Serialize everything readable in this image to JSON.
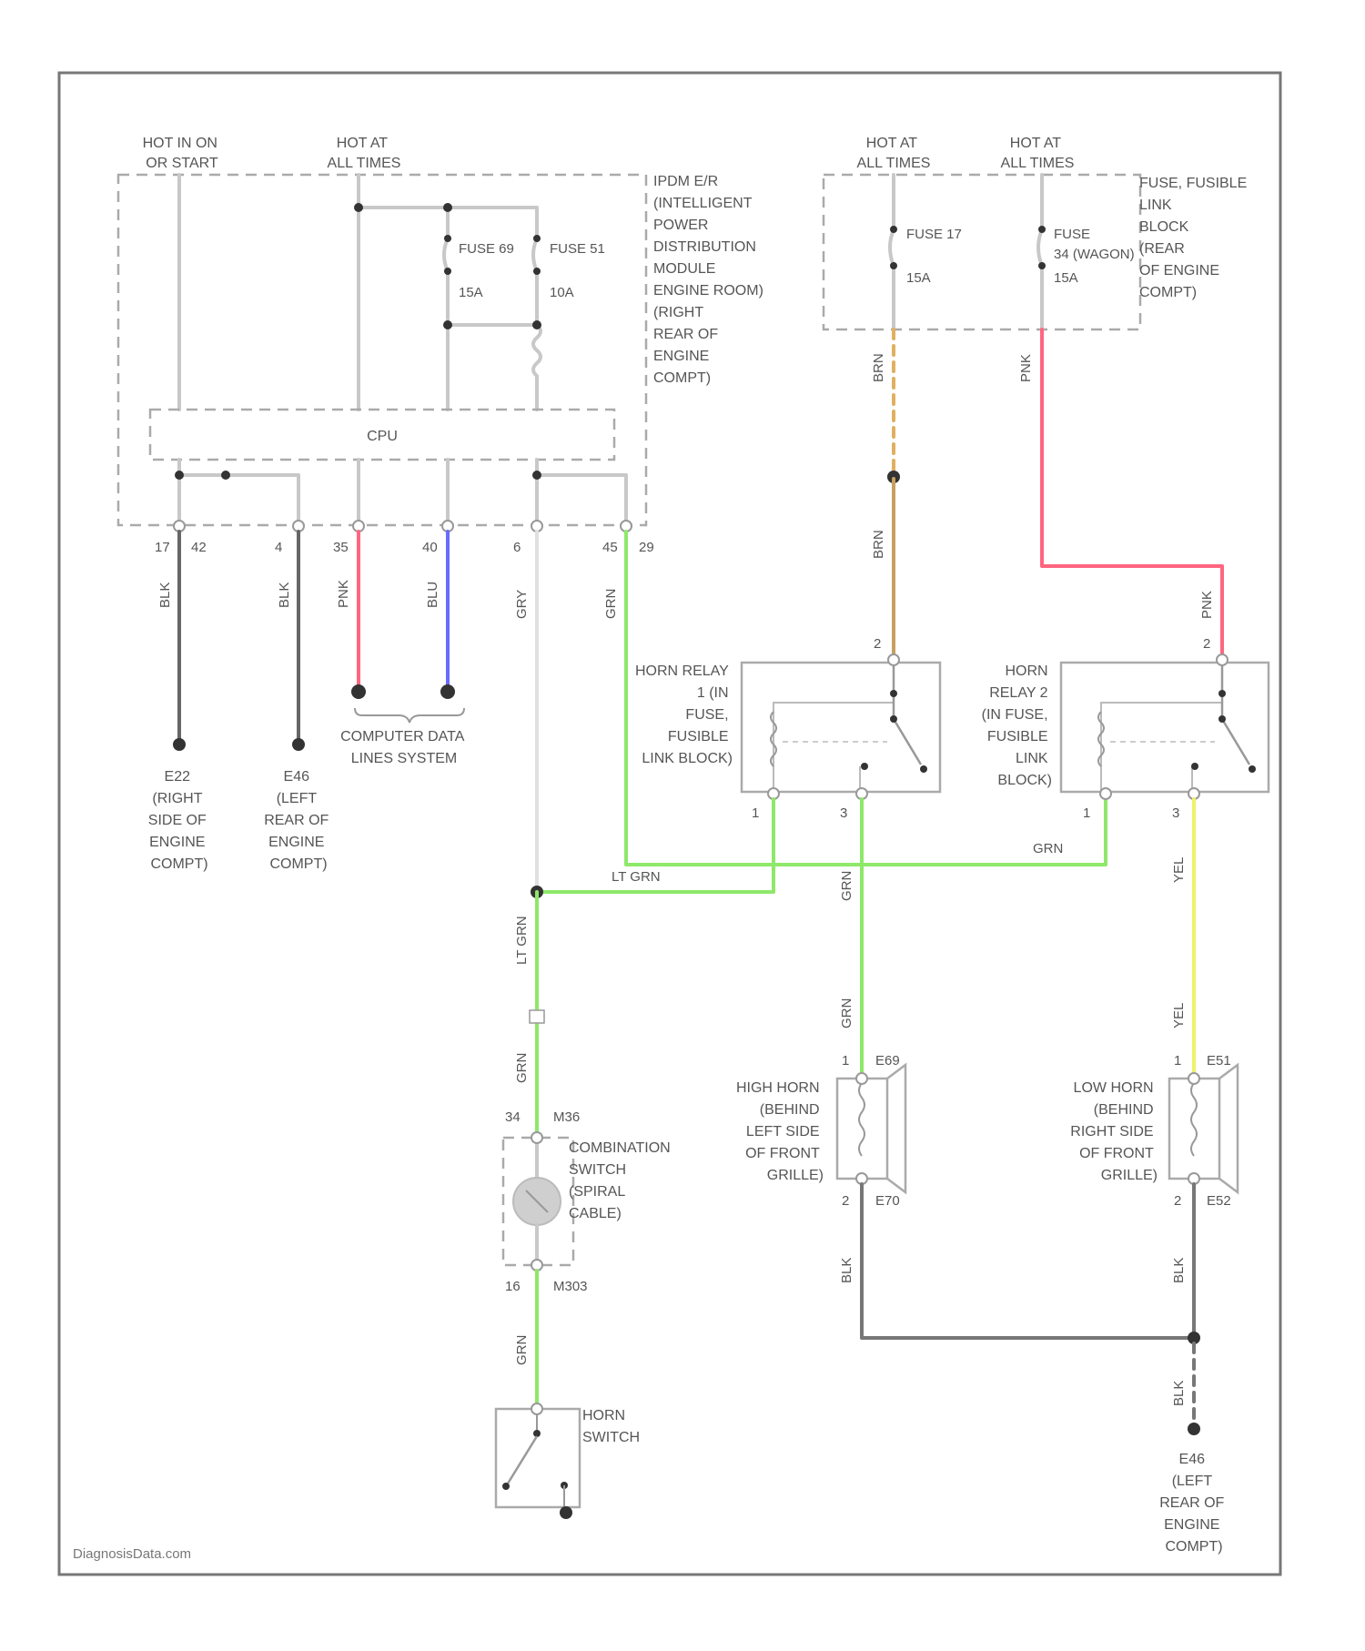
{
  "watermark": "DiagnosisData.com",
  "colors": {
    "gray": "#c8c8c8",
    "black": "#666666",
    "pink": "#ff6680",
    "blue": "#6a6aff",
    "green": "#8ee86a",
    "yellow": "#f0f06a",
    "orange_dashed": "#e0b060",
    "brown": "#c8a060"
  },
  "ipdm": {
    "hot_in_on": [
      "HOT IN ON",
      "OR START"
    ],
    "hot_at": [
      "HOT AT",
      "ALL TIMES"
    ],
    "label": [
      "IPDM E/R",
      "(INTELLIGENT",
      "POWER",
      "DISTRIBUTION",
      "MODULE",
      "ENGINE ROOM)",
      "(RIGHT",
      "REAR OF",
      "ENGINE",
      "COMPT)"
    ],
    "fuse_a": "FUSE 69",
    "fuse_a_amp": "15A",
    "fuse_b": "FUSE 51",
    "fuse_b_amp": "10A",
    "cpu": "CPU",
    "pins": [
      "17",
      "42",
      "4",
      "35",
      "40",
      "6",
      "45",
      "29"
    ]
  },
  "fuse_block": {
    "hot_at_1": [
      "HOT AT",
      "ALL TIMES"
    ],
    "hot_at_2": [
      "HOT AT",
      "ALL TIMES"
    ],
    "label": [
      "FUSE, FUSIBLE",
      "LINK",
      "BLOCK",
      "(REAR",
      "OF ENGINE",
      "COMPT)"
    ],
    "fuse_1": "FUSE 17",
    "fuse_1_amp": "15A",
    "fuse_2": "FUSE",
    "fuse_2_sub": "34 (WAGON)",
    "fuse_2_amp": "15A"
  },
  "wires": {
    "blk1": "BLK",
    "blk2": "BLK",
    "pnk1": "PNK",
    "blu": "BLU",
    "gry": "GRY",
    "grn1": "GRN",
    "brn1": "BRN",
    "brn2": "BRN",
    "pnk2": "PNK",
    "pnk3": "PNK",
    "grn2": "GRN",
    "lt_grn1": "LT GRN",
    "lt_grn2": "LT GRN",
    "grn3": "GRN",
    "grn4": "GRN",
    "grn5": "GRN",
    "grn6": "GRN",
    "yel1": "YEL",
    "yel2": "YEL",
    "blk3": "BLK",
    "blk4": "BLK",
    "blk5": "BLK"
  },
  "grounds": {
    "e22": [
      "E22",
      "(RIGHT",
      "SIDE OF",
      "ENGINE",
      "COMPT)"
    ],
    "e46a": [
      "E46",
      "(LEFT",
      "REAR OF",
      "ENGINE",
      "COMPT)"
    ],
    "e46b": [
      "E46",
      "(LEFT",
      "REAR OF",
      "ENGINE",
      "COMPT)"
    ]
  },
  "data_lines": [
    "COMPUTER DATA",
    "LINES SYSTEM"
  ],
  "relay1": {
    "label": [
      "HORN RELAY",
      "1 (IN",
      "FUSE,",
      "FUSIBLE",
      "LINK BLOCK)"
    ],
    "pins": [
      "1",
      "2",
      "3"
    ]
  },
  "relay2": {
    "label": [
      "HORN",
      "RELAY 2",
      "(IN FUSE,",
      "FUSIBLE",
      "LINK",
      "BLOCK)"
    ],
    "pins": [
      "1",
      "2",
      "3"
    ]
  },
  "high_horn": {
    "label": [
      "HIGH HORN",
      "(BEHIND",
      "LEFT SIDE",
      "OF FRONT",
      "GRILLE)"
    ],
    "conn_top": "E69",
    "conn_bot": "E70",
    "pin_top": "1",
    "pin_bot": "2"
  },
  "low_horn": {
    "label": [
      "LOW HORN",
      "(BEHIND",
      "RIGHT SIDE",
      "OF FRONT",
      "GRILLE)"
    ],
    "conn_top": "E51",
    "conn_bot": "E52",
    "pin_top": "1",
    "pin_bot": "2"
  },
  "combo_switch": {
    "label": [
      "COMBINATION",
      "SWITCH",
      "(SPIRAL",
      "CABLE)"
    ],
    "conn_top": "M36",
    "conn_bot": "M303",
    "pin_top": "34",
    "pin_bot": "16"
  },
  "horn_switch": {
    "label": [
      "HORN",
      "SWITCH"
    ]
  }
}
